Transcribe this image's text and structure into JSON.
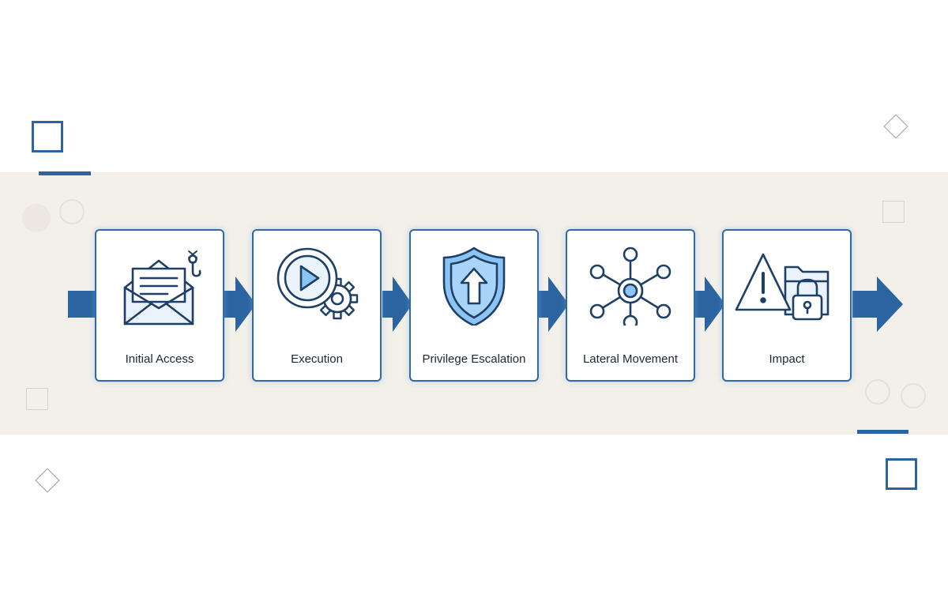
{
  "stages": [
    {
      "label": "Initial Access",
      "icon": "envelope-phishing-icon"
    },
    {
      "label": "Execution",
      "icon": "play-gear-icon"
    },
    {
      "label": "Privilege Escalation",
      "icon": "shield-up-arrow-icon"
    },
    {
      "label": "Lateral Movement",
      "icon": "network-hub-icon"
    },
    {
      "label": "Impact",
      "icon": "warning-folder-lock-icon"
    }
  ],
  "colors": {
    "accent": "#2b64a0",
    "box_border": "#2f6aa7",
    "shield_fill": "#8cc4f5",
    "band": "#f3f0ea"
  }
}
